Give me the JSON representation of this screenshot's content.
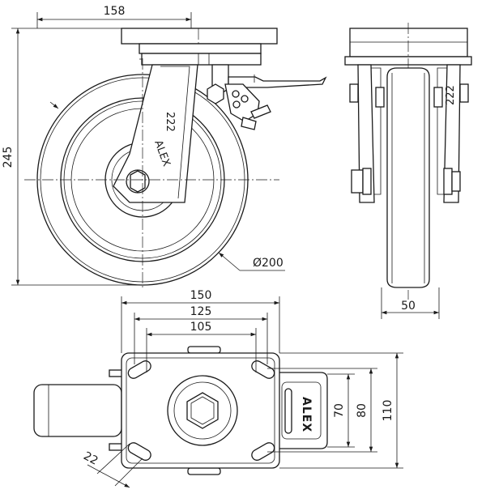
{
  "dimensions": {
    "top_width": "158",
    "height": "245",
    "wheel_diameter": "Ø200",
    "wheel_width": "50",
    "plate_width": "150",
    "hole_spacing_x": "125",
    "hole_spacing_x2": "105",
    "slot_width": "22",
    "hole_spacing_y2": "70",
    "hole_spacing_y": "80",
    "plate_height": "110"
  },
  "brand": {
    "text": "ALEX"
  }
}
